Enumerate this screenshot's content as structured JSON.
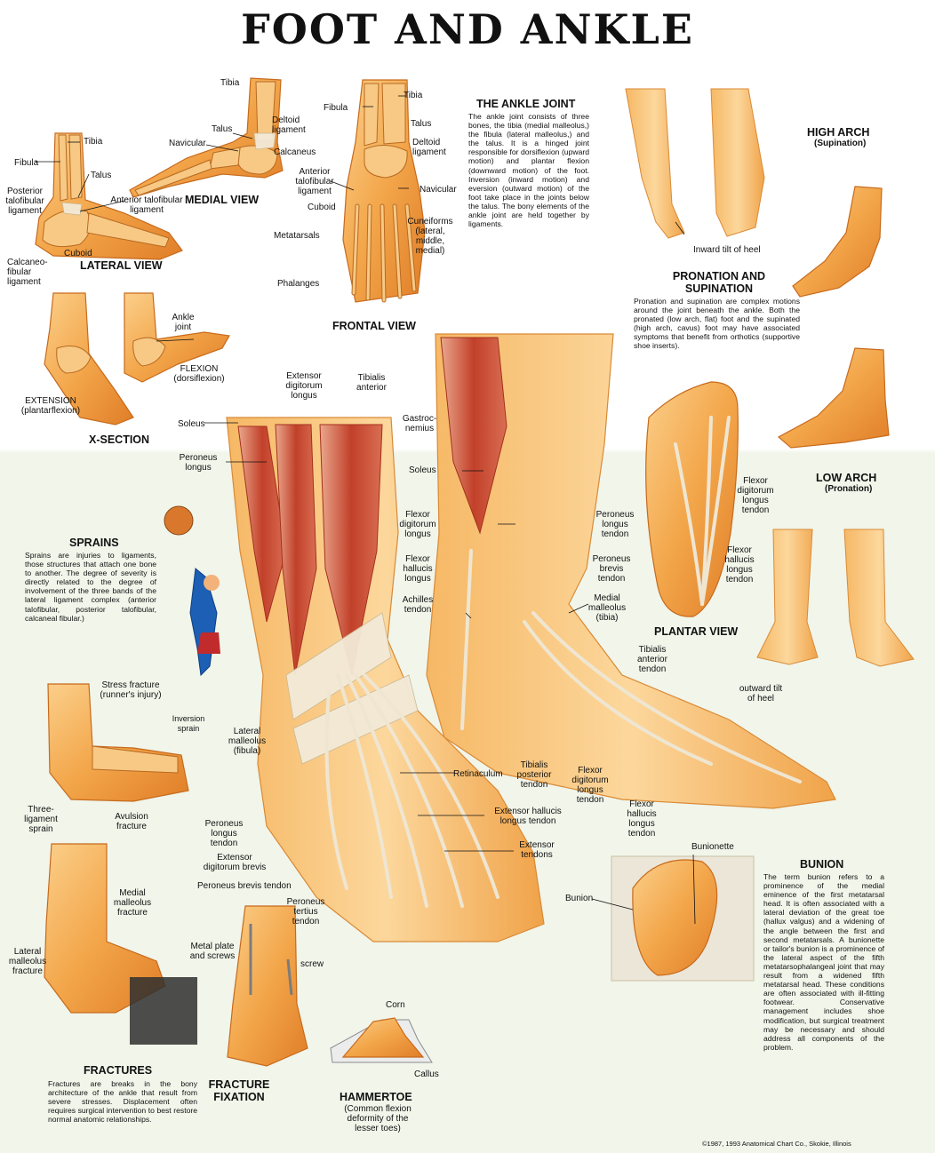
{
  "title": "FOOT AND ANKLE",
  "copyright": "©1987, 1993 Anatomical Chart Co., Skokie, Illinois",
  "colors": {
    "skin": "#f3a64a",
    "bone": "#f7c985",
    "muscle": "#c2402a",
    "tendon": "#efe6d2",
    "background_lower": "#f1f5ea"
  },
  "lateral_view": {
    "heading": "LATERAL VIEW",
    "labels": [
      "Tibia",
      "Fibula",
      "Talus",
      "Posterior talofibular ligament",
      "Anterior talofibular ligament",
      "Cuboid",
      "Calcaneo-fibular ligament"
    ]
  },
  "medial_view": {
    "heading": "MEDIAL VIEW",
    "labels": [
      "Tibia",
      "Talus",
      "Deltoid ligament",
      "Navicular",
      "Calcaneus"
    ]
  },
  "frontal_view": {
    "heading": "FRONTAL VIEW",
    "labels": [
      "Tibia",
      "Fibula",
      "Talus",
      "Deltoid ligament",
      "Anterior talofibular ligament",
      "Navicular",
      "Cuboid",
      "Cuneiforms (lateral, middle, medial)",
      "Metatarsals",
      "Phalanges"
    ]
  },
  "ankle_joint": {
    "heading": "THE ANKLE JOINT",
    "text": "The ankle joint consists of three bones, the tibia (medial malleolus,) the fibula (lateral malleolus,) and the talus. It is a hinged joint responsible for dorsiflexion (upward motion) and plantar flexion (downward motion) of the foot. Inversion (inward motion) and eversion (outward motion) of the foot take place in the joints below the talus. The bony elements of the ankle joint are held together by ligaments."
  },
  "x_section": {
    "heading": "X-SECTION",
    "labels": [
      "Ankle joint",
      "FLEXION (dorsiflexion)",
      "EXTENSION (plantarflexion)"
    ]
  },
  "high_arch": {
    "heading": "HIGH ARCH",
    "sub": "(Supination)"
  },
  "low_arch": {
    "heading": "LOW ARCH",
    "sub": "(Pronation)"
  },
  "pronation": {
    "heading": "PRONATION AND SUPINATION",
    "text": "Pronation and supination are complex motions around the joint beneath the ankle. Both the pronated (low arch, flat) foot and the supinated (high arch, cavus) foot may have associated symptoms that benefit from orthotics (supportive shoe inserts).",
    "heel_in": "Inward tilt of heel",
    "heel_out": "outward tilt of heel"
  },
  "main_muscles": {
    "labels": [
      "Extensor digitorum longus",
      "Tibialis anterior",
      "Soleus",
      "Peroneus longus",
      "Lateral malleolus (fibula)",
      "Retinaculum",
      "Peroneus longus tendon",
      "Extensor digitorum brevis",
      "Peroneus brevis tendon",
      "Peroneus tertius tendon",
      "Extensor hallucis longus tendon",
      "Extensor tendons"
    ]
  },
  "medial_muscles": {
    "labels": [
      "Gastroc-nemius",
      "Soleus",
      "Flexor digitorum longus",
      "Flexor hallucis longus",
      "Achilles tendon",
      "Medial malleolus (tibia)",
      "Tibialis anterior tendon",
      "Tibialis posterior tendon",
      "Flexor digitorum longus tendon",
      "Flexor hallucis longus tendon"
    ]
  },
  "plantar_view": {
    "heading": "PLANTAR VIEW",
    "labels": [
      "Flexor digitorum longus tendon",
      "Peroneus longus tendon",
      "Peroneus brevis tendon",
      "Flexor hallucis longus tendon"
    ]
  },
  "sprains": {
    "heading": "SPRAINS",
    "text": "Sprains are injuries to ligaments, those structures that attach one bone to another. The degree of severity is directly related to the degree of involvement of the three bands of the lateral ligament complex (anterior talofibular, posterior talofibular, calcaneal fibular.)",
    "inversion": "Inversion sprain"
  },
  "stress_fracture": {
    "labels": [
      "Stress fracture (runner's injury)",
      "Three-ligament sprain",
      "Avulsion fracture"
    ]
  },
  "fractures": {
    "heading": "FRACTURES",
    "text": "Fractures are breaks in the bony architecture of the ankle that result from severe stresses. Displacement often requires surgical intervention to best restore normal anatomic relationships.",
    "labels": [
      "Medial malleolus fracture",
      "Lateral malleolus fracture"
    ]
  },
  "fixation": {
    "heading": "FRACTURE FIXATION",
    "labels": [
      "Metal plate and screws",
      "screw"
    ]
  },
  "hammertoe": {
    "heading": "HAMMERTOE",
    "sub": "(Common flexion deformity of the lesser toes)",
    "labels": [
      "Corn",
      "Callus"
    ]
  },
  "bunion": {
    "heading": "BUNION",
    "text": "The term bunion refers to a prominence of the medial eminence of the first metatarsal head. It is often associated with a lateral deviation of the great toe (hallux valgus) and a widening of the angle between the first and second metatarsals. A bunionette or tailor's bunion is a prominence of the lateral aspect of the fifth metatarsophalangeal joint that may result from a widened fifth metatarsal head. These conditions are often associated with ill-fitting footwear. Conservative management includes shoe modification, but surgical treatment may be necessary and should address all components of the problem.",
    "labels": [
      "Bunion",
      "Bunionette"
    ]
  }
}
